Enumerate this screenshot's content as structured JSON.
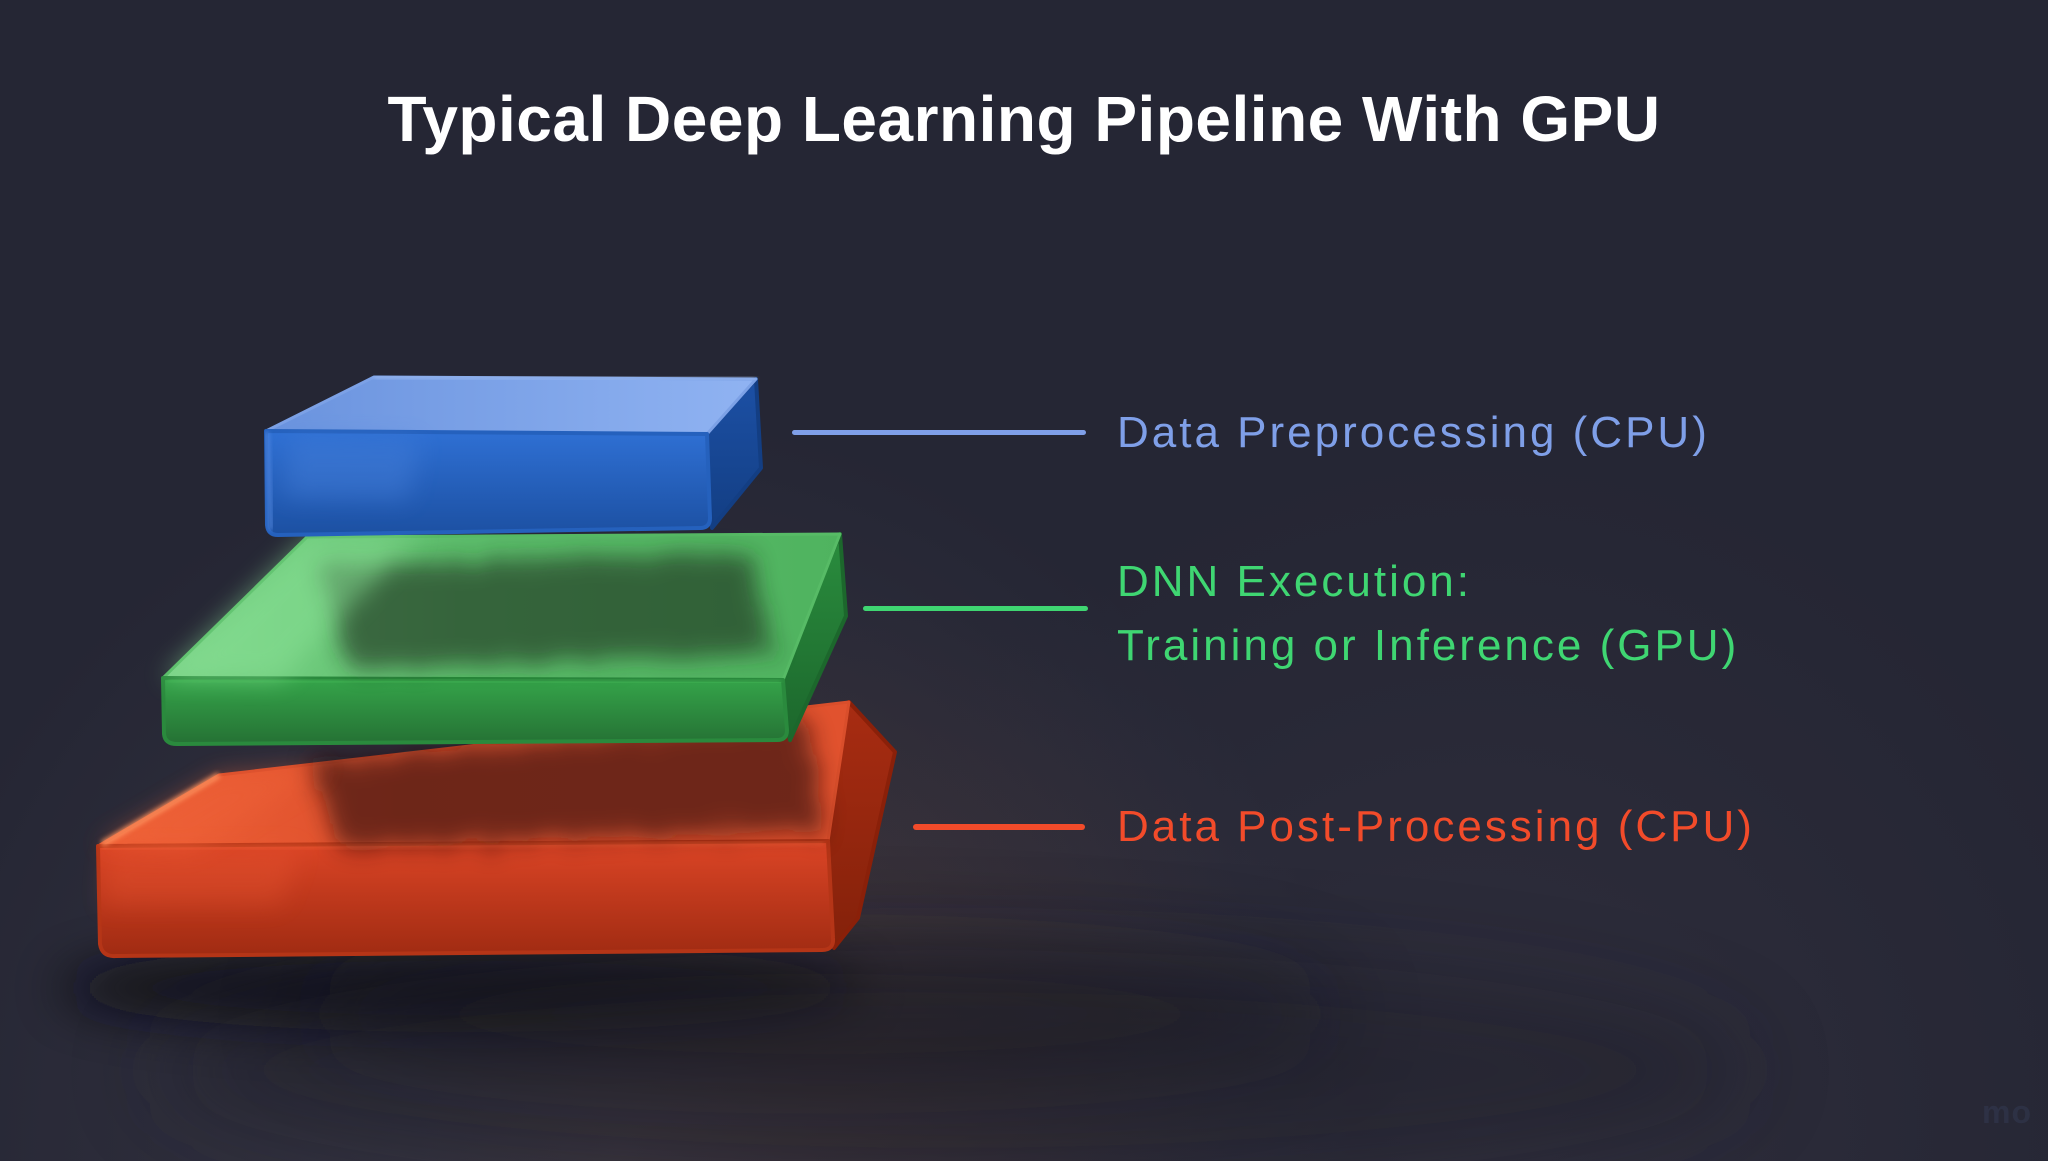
{
  "title": "Typical Deep Learning Pipeline With GPU",
  "title_color": "#ffffff",
  "background_color": "#252634",
  "watermark": "mo",
  "pipeline_stages": [
    {
      "id": "data-preprocessing",
      "lines": [
        "Data Preprocessing (CPU)"
      ],
      "color": "#7f9fe8",
      "block_color": "#2e6fd2"
    },
    {
      "id": "dnn-execution",
      "lines": [
        "DNN Execution:",
        "Training or Inference (GPU)"
      ],
      "color": "#3fd672",
      "block_color": "#2f9e45"
    },
    {
      "id": "data-post-processing",
      "lines": [
        "Data Post-Processing (CPU)"
      ],
      "color": "#f24b2a",
      "block_color": "#d84026"
    }
  ]
}
